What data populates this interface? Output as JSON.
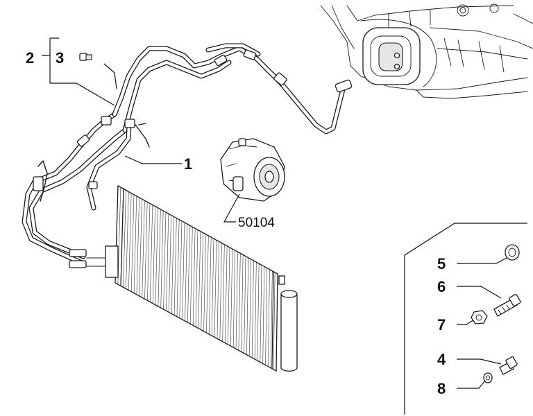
{
  "callouts": {
    "c1": "1",
    "c2": "2",
    "c3": "3",
    "c4": "4",
    "c5": "5",
    "c6": "6",
    "c7": "7",
    "c8": "8",
    "compressor_ref": "50104"
  }
}
